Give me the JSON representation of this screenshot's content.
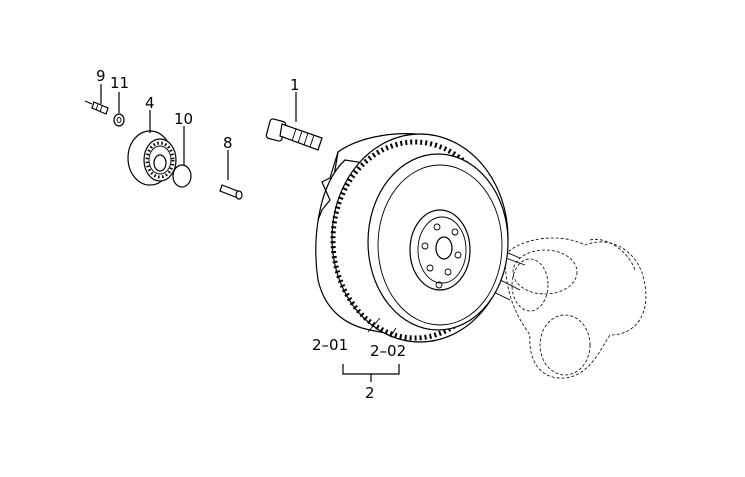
{
  "diagram": {
    "labels": {
      "l1": "1",
      "l2": "2",
      "l2_01": "2–01",
      "l2_02": "2–02",
      "l4": "4",
      "l8": "8",
      "l9": "9",
      "l10": "10",
      "l11": "11"
    }
  }
}
